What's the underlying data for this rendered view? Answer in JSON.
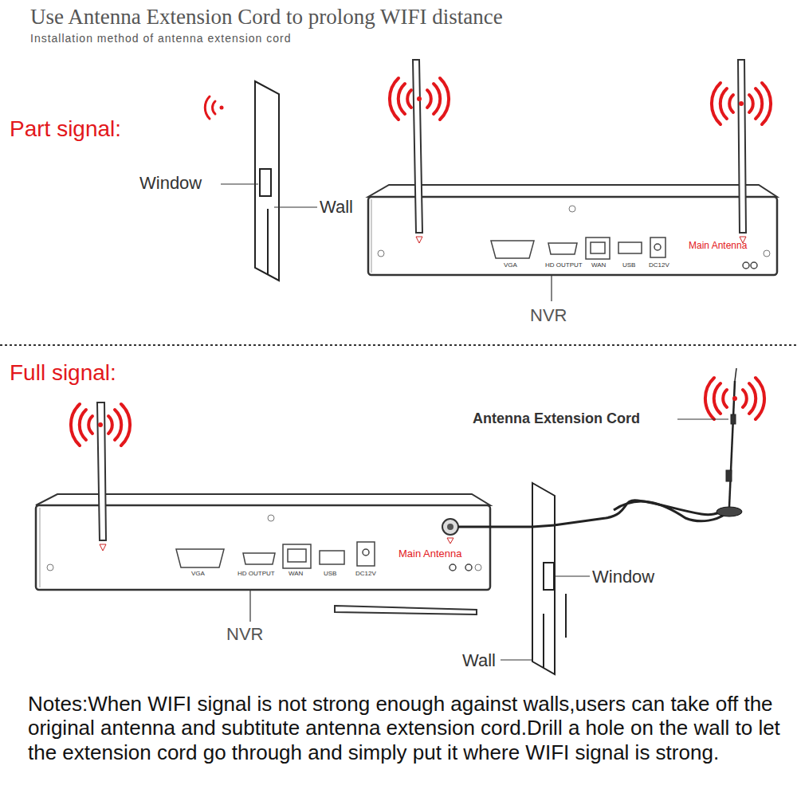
{
  "diagram": {
    "title": "Use Antenna Extension Cord to prolong WIFI distance",
    "labels": [
      "Installation method of antenna extension cord",
      "Part signal:",
      "Window",
      "Wall",
      "VGA",
      "HD OUTPUT",
      "WAN",
      "USB",
      "DC12V",
      "Main Antenna",
      "NVR",
      "Full signal:",
      "Antenna Extension Cord",
      "VGA",
      "HD OUTPUT",
      "WAN",
      "USB",
      "DC12V",
      "Main Antenna",
      "Window",
      "NVR",
      "Wall",
      "Notes:When WIFI signal is not strong enough against walls,users can take off the original antenna and subtitute antenna extension cord.Drill a hole on the wall to let the extension cord go through and simply put it where WIFI signal is strong."
    ]
  }
}
